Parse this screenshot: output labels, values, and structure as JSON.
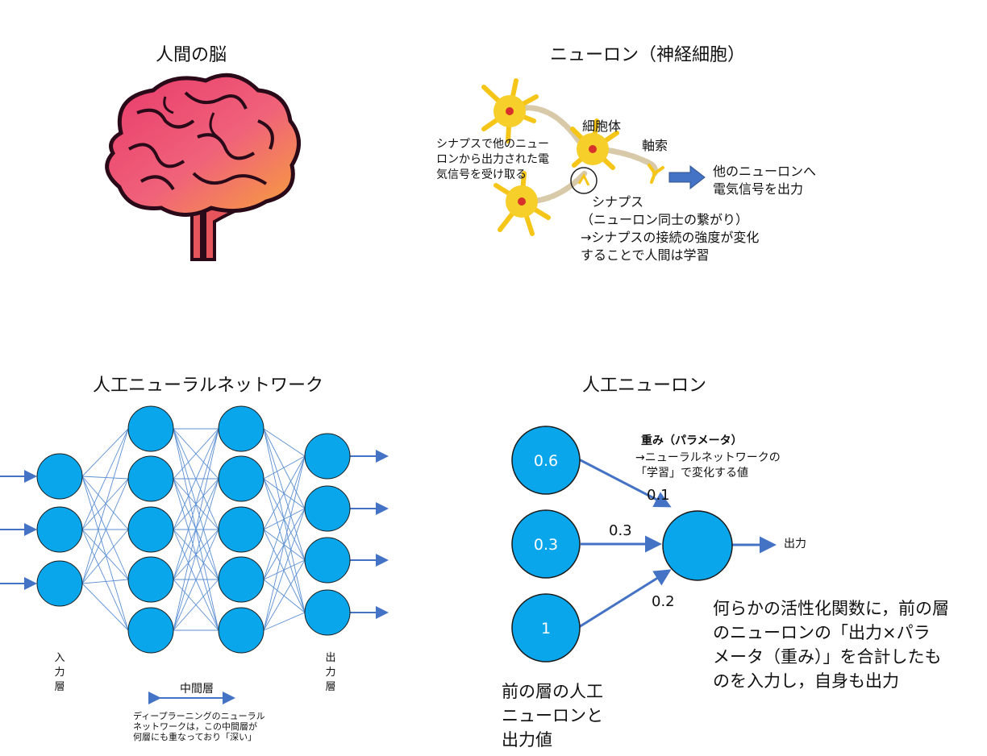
{
  "panels": {
    "brain": {
      "title": "人間の脳"
    },
    "neuron": {
      "title": "ニューロン（神経細胞）",
      "cell_body": "細胞体",
      "axon": "軸索",
      "synapse_input": [
        "シナプスで他のニュー",
        "ロンから出力された電",
        "気信号を受け取る"
      ],
      "output_note": [
        "他のニューロンへ",
        "電気信号を出力"
      ],
      "synapse_label": "シナプス",
      "synapse_desc": [
        "（ニューロン同士の繋がり）",
        "→シナプスの接続の強度が変化",
        "することで人間は学習"
      ]
    },
    "ann": {
      "title": "人工ニューラルネットワーク",
      "input_layer": "入力層",
      "output_layer": "出力層",
      "hidden_layer": "中間層",
      "deep_note": [
        "ディープラーニングのニューラル",
        "ネットワークは，この中間層が",
        "何層にも重なっており「深い」"
      ]
    },
    "artificial_neuron": {
      "title": "人工ニューロン",
      "weight_title": "重み（パラメータ）",
      "weight_desc": [
        "→ニューラルネットワークの",
        "「学習」で変化する値"
      ],
      "inputs": [
        "0.6",
        "0.3",
        "1"
      ],
      "weights": [
        "0.1",
        "0.3",
        "0.2"
      ],
      "output_label": "出力",
      "prev_layer_note": [
        "前の層の人工",
        "ニューロンと",
        "出力値"
      ],
      "activation_note": [
        "何らかの活性化関数に，前の層",
        "のニューロンの「出力×パラ",
        "メータ（重み）」を合計したも",
        "のを入力し，自身も出力"
      ]
    }
  },
  "colors": {
    "node_fill": "#0aa6ec",
    "arrow": "#4472c4",
    "network_line": "#5b8fd4"
  }
}
